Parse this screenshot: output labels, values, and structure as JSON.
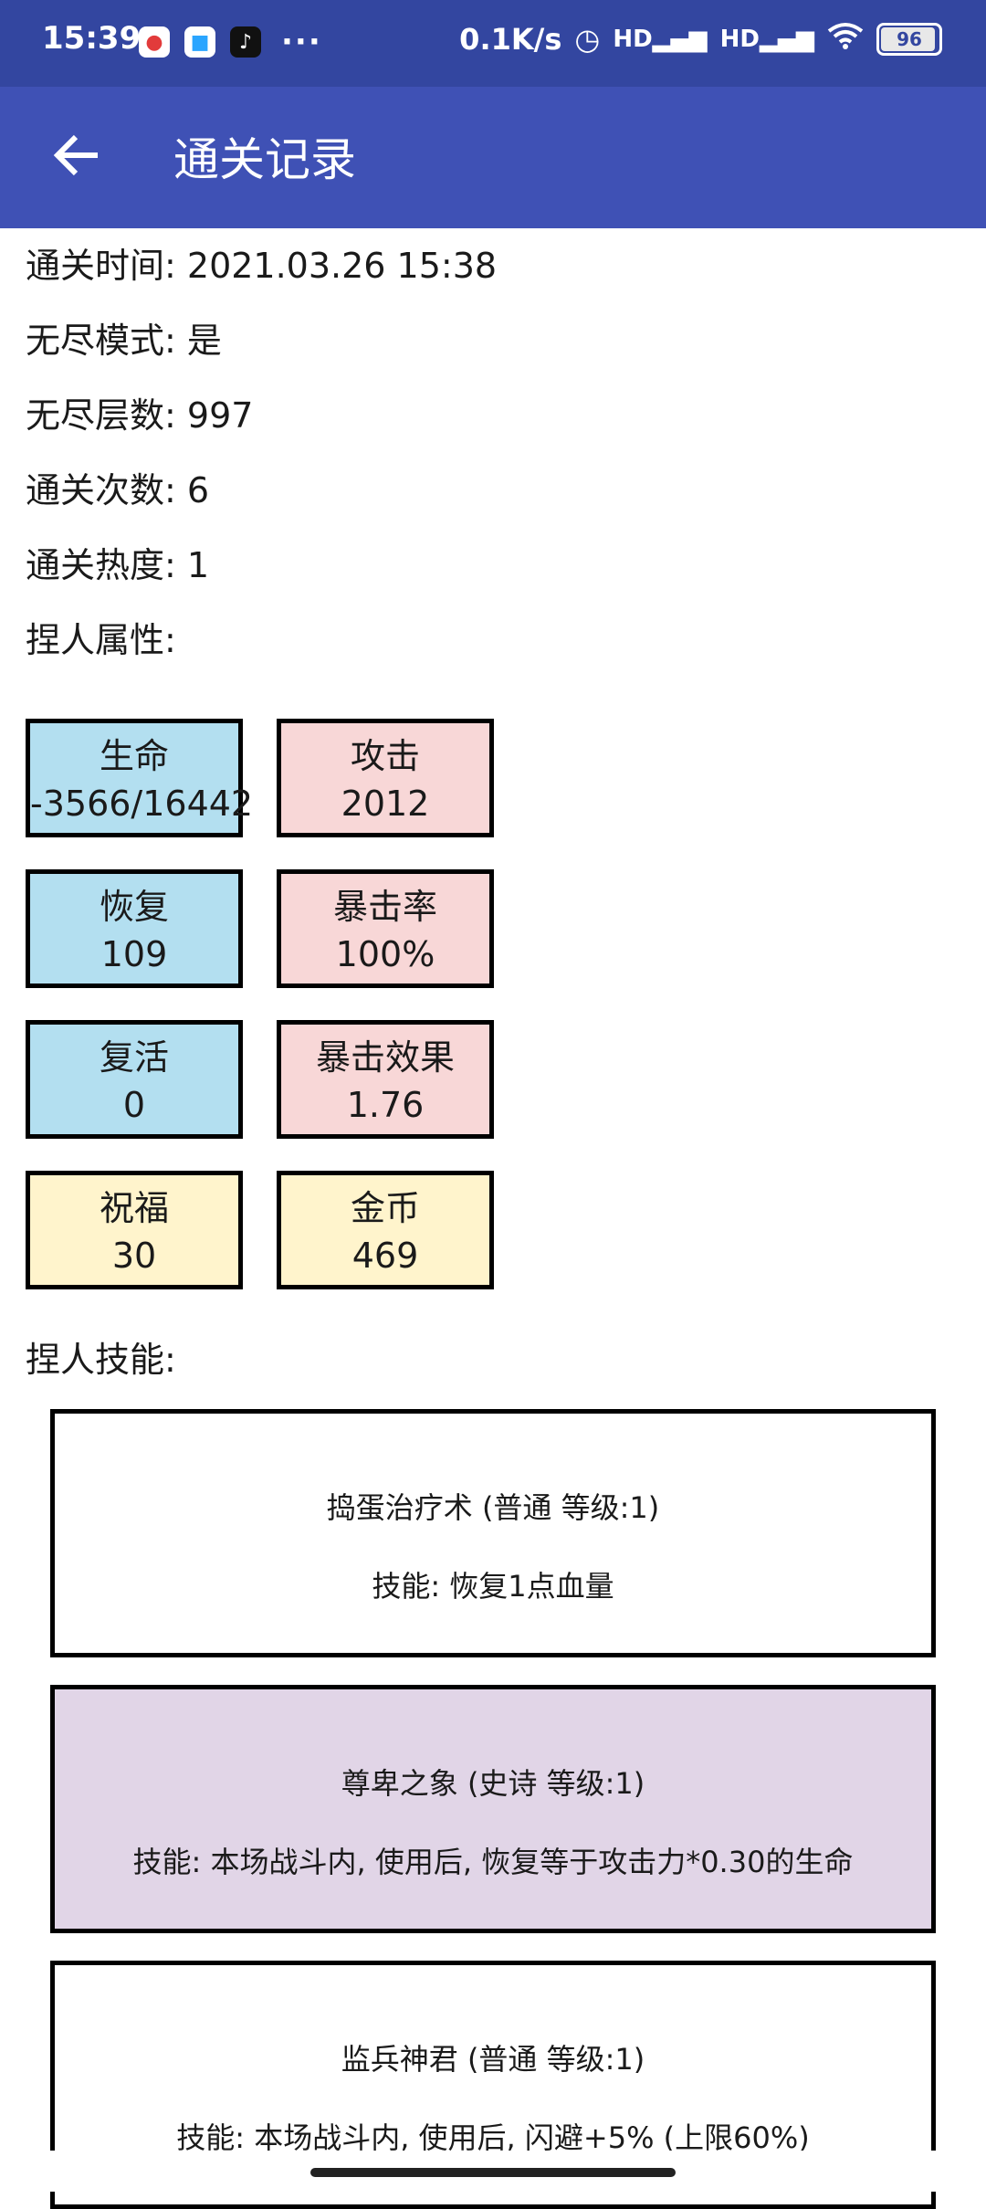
{
  "status_bar": {
    "time": "15:39",
    "app_icons": [
      "map-app-icon",
      "chat-app-icon",
      "tiktok-app-icon"
    ],
    "more": "···",
    "net_speed": "0.1K/s",
    "signal1": "HD",
    "signal2": "HD",
    "battery": "96"
  },
  "app_bar": {
    "title": "通关记录",
    "back_icon": "arrow-left-icon"
  },
  "info": [
    {
      "label": "通关时间:",
      "value": " 2021.03.26 15:38"
    },
    {
      "label": "无尽模式:",
      "value": " 是"
    },
    {
      "label": "无尽层数:",
      "value": " 997"
    },
    {
      "label": "通关次数:",
      "value": " 6"
    },
    {
      "label": "通关热度:",
      "value": " 1"
    },
    {
      "label": "捏人属性:",
      "value": ""
    }
  ],
  "stats": [
    {
      "name": "生命",
      "value": "-3566/16442"
    },
    {
      "name": "攻击",
      "value": "2012"
    },
    {
      "name": "恢复",
      "value": "109"
    },
    {
      "name": "暴击率",
      "value": "100%"
    },
    {
      "name": "复活",
      "value": "0"
    },
    {
      "name": "暴击效果",
      "value": "1.76"
    },
    {
      "name": "祝福",
      "value": "30"
    },
    {
      "name": "金币",
      "value": "469"
    }
  ],
  "skills_label": "捏人技能:",
  "skills": [
    {
      "title": "捣蛋治疗术 (普通 等级:1)",
      "desc": "技能: 恢复1点血量"
    },
    {
      "title": "尊卑之象 (史诗 等级:1)",
      "desc": "技能: 本场战斗内, 使用后, 恢复等于攻击力*0.30的生命"
    },
    {
      "title": "监兵神君 (普通 等级:1)",
      "desc": "技能: 本场战斗内, 使用后, 闪避+5% (上限60%)"
    }
  ],
  "colors": {
    "status_bar": "#3346a0",
    "app_bar": "#3f51b5",
    "stat_blue": "#b3dff0",
    "stat_pink": "#f8d7d7",
    "stat_yellow": "#fff4cc",
    "skill_epic": "#e1d5e7"
  }
}
